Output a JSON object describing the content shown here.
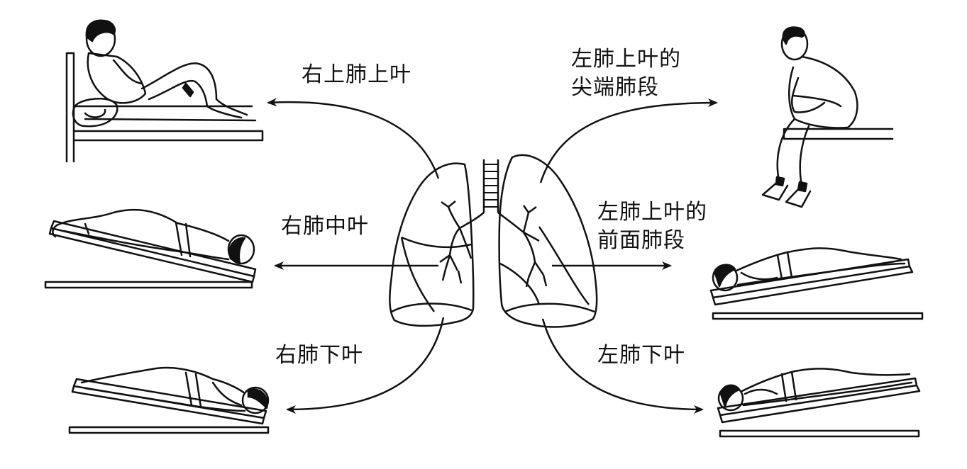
{
  "labels": {
    "right_upper_lobe": "右上肺上叶",
    "right_middle_lobe": "右肺中叶",
    "right_lower_lobe": "右肺下叶",
    "left_upper_apical": "左肺上叶的\n尖端肺段",
    "left_upper_anterior": "左肺上叶的\n前面肺段",
    "left_lower_lobe": "左肺下叶"
  },
  "colors": {
    "ink": "#111111",
    "paper": "#ffffff"
  }
}
